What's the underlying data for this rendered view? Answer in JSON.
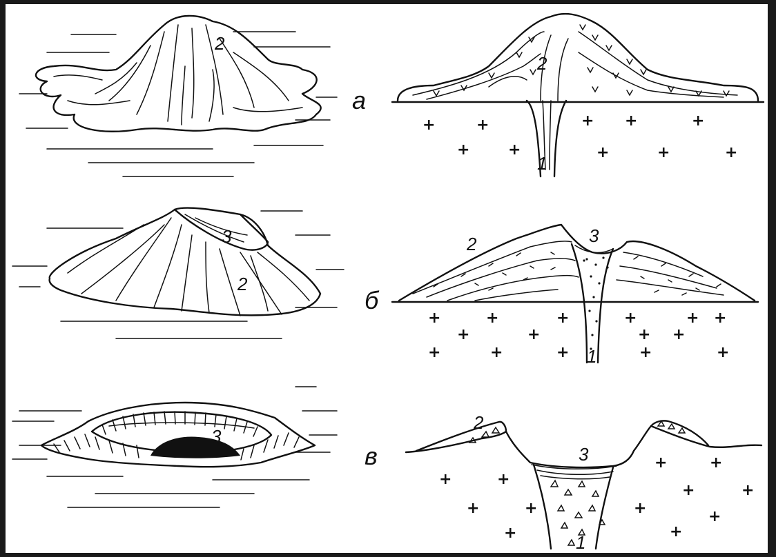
{
  "rows": [
    {
      "row_label": "а",
      "left_labels": [
        "2"
      ],
      "right_labels": [
        "2",
        "1"
      ]
    },
    {
      "row_label": "б",
      "left_labels": [
        "3",
        "2"
      ],
      "right_labels": [
        "2",
        "3",
        "1"
      ]
    },
    {
      "row_label": "в",
      "left_labels": [
        "3"
      ],
      "right_labels": [
        "2",
        "3",
        "1"
      ]
    }
  ],
  "basement_symbol": "+",
  "colors": {
    "ink": "#111111",
    "paper": "#ffffff",
    "frame": "#1a1a1a"
  }
}
